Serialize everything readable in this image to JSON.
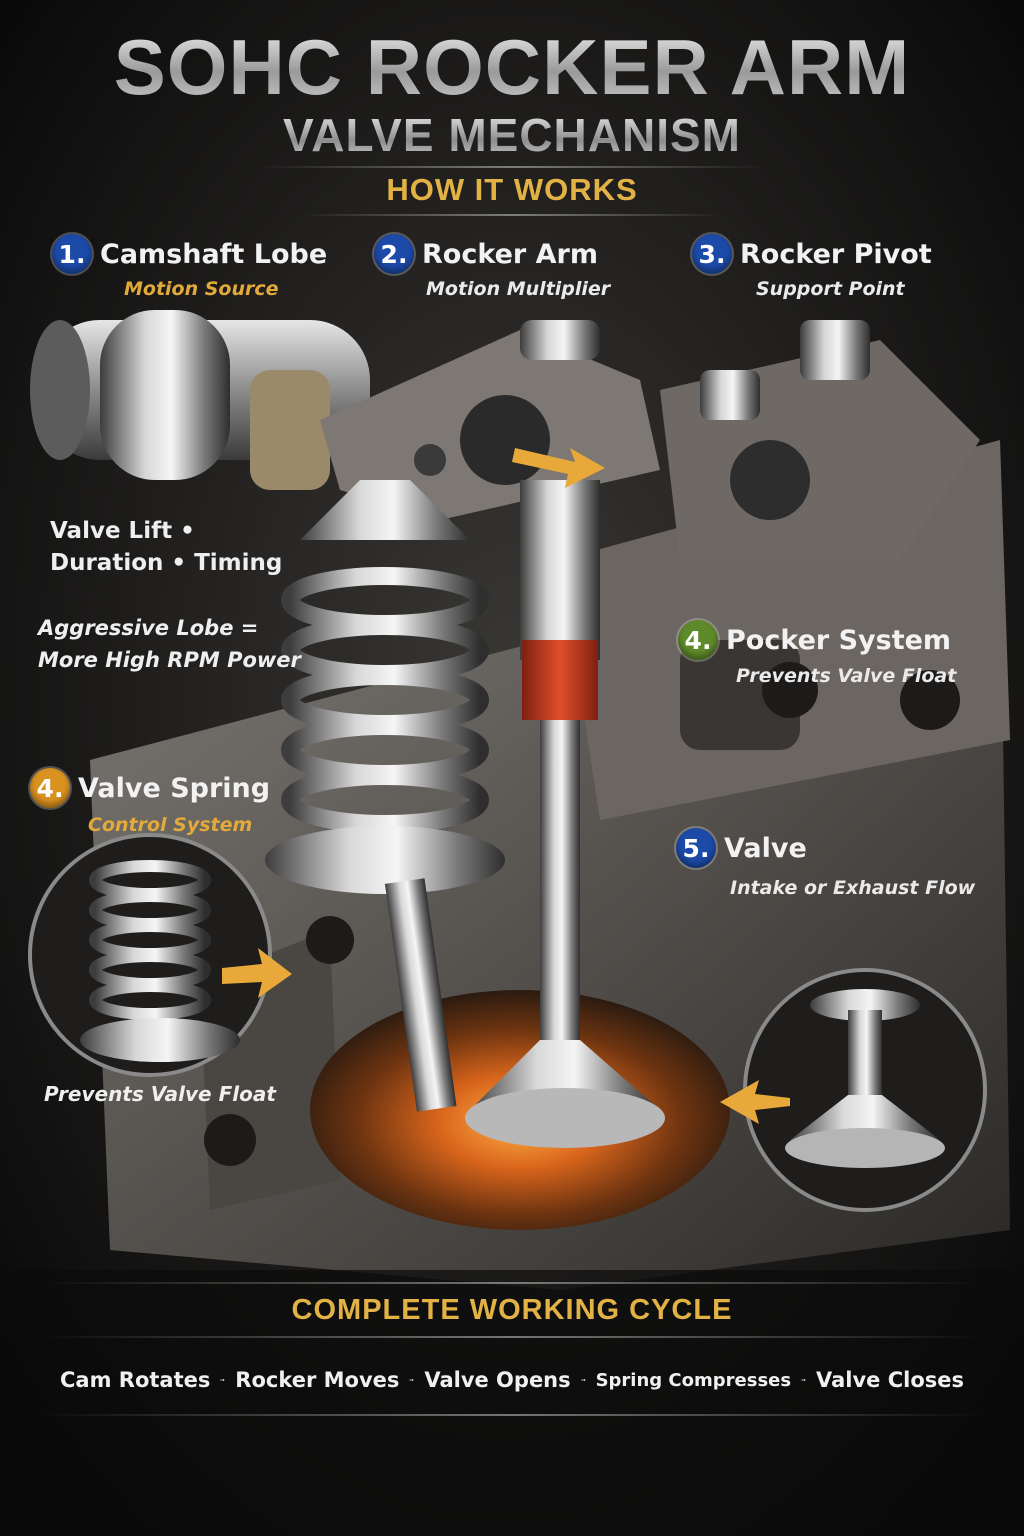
{
  "header": {
    "title": "SOHC ROCKER ARM",
    "subtitle": "VALVE MECHANISM",
    "how_it_works": "HOW IT WORKS"
  },
  "callouts": [
    {
      "number": "1.",
      "title": "Camshaft Lobe",
      "subtitle": "Motion Source",
      "badge_color": "#1c4aa8"
    },
    {
      "number": "2.",
      "title": "Rocker Arm",
      "subtitle": "Motion Multiplier",
      "badge_color": "#1c4aa8"
    },
    {
      "number": "3.",
      "title": "Rocker Pivot",
      "subtitle": "Support Point",
      "badge_color": "#1c4aa8"
    },
    {
      "number": "4.",
      "title": "Pocker System",
      "subtitle": "Prevents Valve Float",
      "badge_color": "#5f8a2a"
    },
    {
      "number": "4.",
      "title": "Valve Spring",
      "subtitle": "Control System",
      "badge_color": "#d9911f"
    },
    {
      "number": "5.",
      "title": "Valve",
      "subtitle": "Intake or Exhaust Flow",
      "badge_color": "#1c4aa8"
    }
  ],
  "notes": {
    "lift_line1": "Valve Lift •",
    "lift_line2": "Duration  •  Timing",
    "lobe_line1": "Aggressive Lobe =",
    "lobe_line2": "More High RPM Power",
    "spring_inset": "Prevents Valve Float"
  },
  "cycle": {
    "title": "COMPLETE WORKING CYCLE",
    "steps": [
      "Cam Rotates",
      "Rocker Moves",
      "Valve Opens",
      "Spring Compresses",
      "Valve Closes"
    ]
  },
  "colors": {
    "accent_gold": "#e2b245",
    "badge_blue": "#1c4aa8",
    "badge_green": "#5f8a2a",
    "badge_orange": "#d9911f",
    "valve_seal_red": "#c43d1f"
  }
}
